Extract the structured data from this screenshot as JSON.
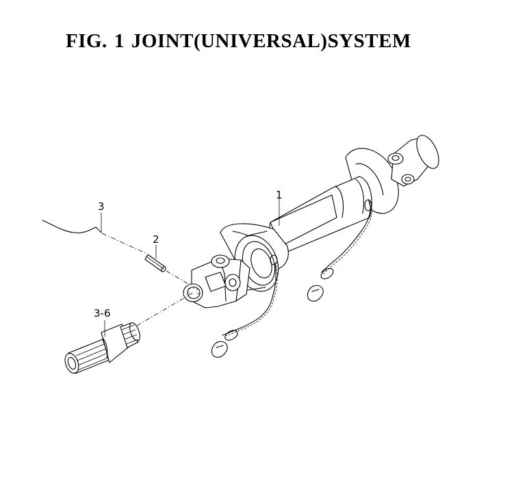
{
  "figure": {
    "number_label": "FIG.",
    "number": "1",
    "title": "JOINT(UNIVERSAL)SYSTEM"
  },
  "callouts": {
    "part_1": "1",
    "part_2": "2",
    "part_3": "3",
    "part_3_6": "3-6"
  }
}
